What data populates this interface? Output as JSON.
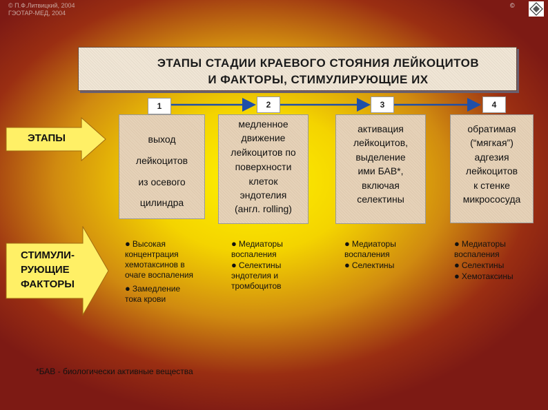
{
  "copyright": {
    "line1": "© П.Ф.Литвицкий, 2004",
    "line2": "ГЭОТАР-МЕД, 2004",
    "corner": "©"
  },
  "title": {
    "line1": "ЭТАПЫ  СТАДИИ КРАЕВОГО СТОЯНИЯ ЛЕЙКОЦИТОВ",
    "line2": "И  ФАКТОРЫ,  СТИМУЛИРУЮЩИЕ   ИХ"
  },
  "row_labels": {
    "stages": "ЭТАПЫ",
    "factors_line1": "СТИМУЛИ-",
    "factors_line2": "РУЮЩИЕ",
    "factors_line3": "ФАКТОРЫ"
  },
  "steps": [
    {
      "number": "1",
      "lines": [
        "выход",
        "лейкоцитов",
        "из осевого",
        "цилиндра"
      ]
    },
    {
      "number": "2",
      "lines": [
        "медленное",
        "движение",
        "лейкоцитов по",
        "поверхности",
        "клеток",
        "эндотелия",
        "(англ. rolling)"
      ]
    },
    {
      "number": "3",
      "lines": [
        "активация",
        "лейкоцитов,",
        "выделение",
        "ими БАВ*,",
        "включая",
        "селектины"
      ]
    },
    {
      "number": "4",
      "lines": [
        "обратимая",
        "(“мягкая”)",
        "адгезия",
        "лейкоцитов",
        "к стенке",
        "микрососуда"
      ]
    }
  ],
  "factors": [
    [
      {
        "bullet": true,
        "text": "Высокая"
      },
      {
        "bullet": false,
        "text": "концентрация"
      },
      {
        "bullet": false,
        "text": "хемотаксинов в"
      },
      {
        "bullet": false,
        "text": "очаге воспаления"
      },
      {
        "bullet": true,
        "text": "Замедление"
      },
      {
        "bullet": false,
        "text": "тока крови"
      }
    ],
    [
      {
        "bullet": true,
        "text": "Медиаторы"
      },
      {
        "bullet": false,
        "text": "воспаления"
      },
      {
        "bullet": true,
        "text": "Селектины"
      },
      {
        "bullet": false,
        "text": "эндотелия и"
      },
      {
        "bullet": false,
        "text": "тромбоцитов"
      }
    ],
    [
      {
        "bullet": true,
        "text": "Медиаторы"
      },
      {
        "bullet": false,
        "text": "воспаления"
      },
      {
        "bullet": true,
        "text": "Селектины"
      }
    ],
    [
      {
        "bullet": true,
        "text": "Медиаторы"
      },
      {
        "bullet": false,
        "text": "воспаления"
      },
      {
        "bullet": true,
        "text": "Селектины"
      },
      {
        "bullet": true,
        "text": "Хемотаксины"
      }
    ]
  ],
  "footnote": "*БАВ - биологически активные вещества",
  "colors": {
    "arrow_blue": "#1f4fa8",
    "big_arrow_fill": "#fff066",
    "stage_box": "#e6d2b8"
  }
}
